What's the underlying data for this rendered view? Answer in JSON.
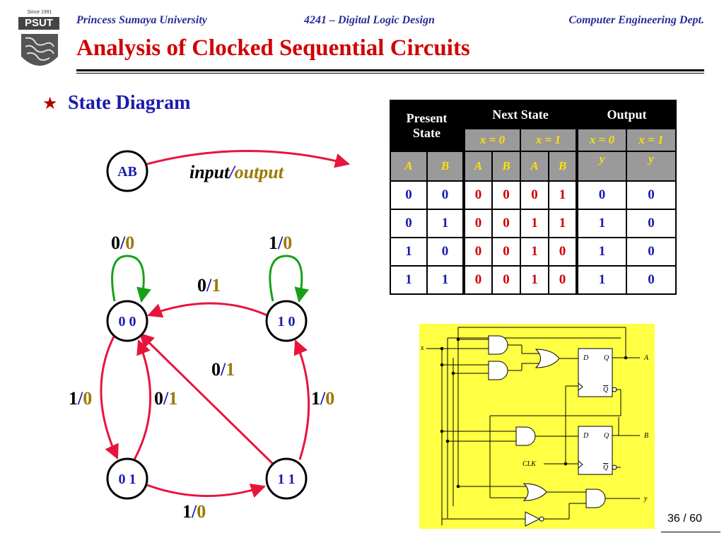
{
  "header": {
    "university": "Princess Sumaya University",
    "course": "4241 – Digital Logic Design",
    "department": "Computer Engineering Dept."
  },
  "logo": {
    "since": "Since 1991",
    "name": "PSUT"
  },
  "title": "Analysis of Clocked Sequential Circuits",
  "section": {
    "bullet": "★",
    "label": "State Diagram"
  },
  "legend": {
    "node": "AB",
    "input": "input",
    "slash": "/",
    "output": "output"
  },
  "states": [
    "0 0",
    "1 0",
    "0 1",
    "1 1"
  ],
  "transitions": {
    "s00_loop": [
      "0",
      "/",
      "0"
    ],
    "s10_loop": [
      "1",
      "/",
      "0"
    ],
    "s10_to_s00": [
      "0",
      "/",
      "1"
    ],
    "s11_to_s00": [
      "0",
      "/",
      "1"
    ],
    "s00_to_s01": [
      "1",
      "/",
      "0"
    ],
    "s01_to_s00": [
      "0",
      "/",
      "1"
    ],
    "s11_to_s10": [
      "1",
      "/",
      "0"
    ],
    "s01_to_s11": [
      "1",
      "/",
      "0"
    ]
  },
  "table": {
    "present_state": [
      "Present",
      "State"
    ],
    "next_state": "Next State",
    "output": "Output",
    "x0": "x = 0",
    "x1": "x = 1",
    "A": "A",
    "B": "B",
    "y": "y",
    "rows": [
      {
        "A": "0",
        "B": "0",
        "n0A": "0",
        "n0B": "0",
        "n1A": "0",
        "n1B": "1",
        "y0": "0",
        "y1": "0"
      },
      {
        "A": "0",
        "B": "1",
        "n0A": "0",
        "n0B": "0",
        "n1A": "1",
        "n1B": "1",
        "y0": "1",
        "y1": "0"
      },
      {
        "A": "1",
        "B": "0",
        "n0A": "0",
        "n0B": "0",
        "n1A": "1",
        "n1B": "0",
        "y0": "1",
        "y1": "0"
      },
      {
        "A": "1",
        "B": "1",
        "n0A": "0",
        "n0B": "0",
        "n1A": "1",
        "n1B": "0",
        "y0": "1",
        "y1": "0"
      }
    ]
  },
  "circuit": {
    "x": "x",
    "D": "D",
    "Q": "Q",
    "Qbar": "Q",
    "A": "A",
    "B": "B",
    "CLK": "CLK",
    "y": "y",
    "colors": {
      "background": "#FFFF44"
    }
  },
  "page": "36 / 60",
  "colors": {
    "blue": "#1A1AB0",
    "red": "#D00000",
    "olive": "#9A7A00",
    "green": "#18A018",
    "arrow_red": "#E8143C"
  }
}
